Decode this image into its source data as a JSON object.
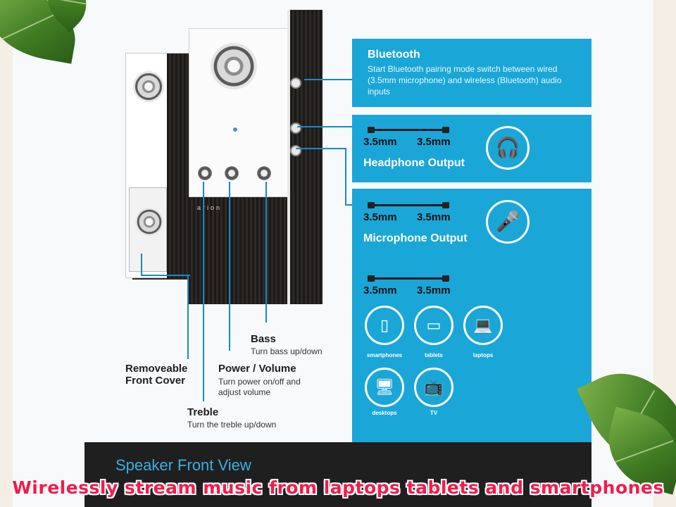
{
  "speaker": {
    "brand": "arion"
  },
  "callouts": {
    "bass": {
      "title": "Bass",
      "desc": "Turn bass up/down"
    },
    "cover": {
      "title_line1": "Removeable",
      "title_line2": "Front Cover"
    },
    "power": {
      "title": "Power / Volume",
      "desc_line1": "Turn power on/off and",
      "desc_line2": "adjust volume"
    },
    "treble": {
      "title": "Treble",
      "desc": "Turn the treble up/down"
    }
  },
  "panels": {
    "bluetooth": {
      "title": "Bluetooth",
      "desc": "Start Bluetooth pairing mode switch between wired (3.5mm microphone) and wireless (Bluetooth) audio inputs"
    },
    "headphone": {
      "left_mm": "3.5mm",
      "right_mm": "3.5mm",
      "title": "Headphone Output",
      "icon": "headphones-icon"
    },
    "microphone": {
      "left_mm": "3.5mm",
      "right_mm": "3.5mm",
      "title": "Microphone Output",
      "icon": "microphone-icon",
      "aux_left_mm": "3.5mm",
      "aux_right_mm": "3.5mm"
    },
    "devices": [
      {
        "label": "smartphones",
        "icon": "smartphone-icon"
      },
      {
        "label": "tablets",
        "icon": "tablet-icon"
      },
      {
        "label": "laptops",
        "icon": "laptop-icon"
      },
      {
        "label": "desktops",
        "icon": "desktop-icon"
      },
      {
        "label": "TV",
        "icon": "tv-icon"
      }
    ]
  },
  "footer": {
    "front_view": "Speaker Front View",
    "caption": "Wirelessly stream music from laptops tablets and smartphones"
  },
  "colors": {
    "panel_blue": "#1ba6d8",
    "caption_red": "#f21c4a"
  }
}
